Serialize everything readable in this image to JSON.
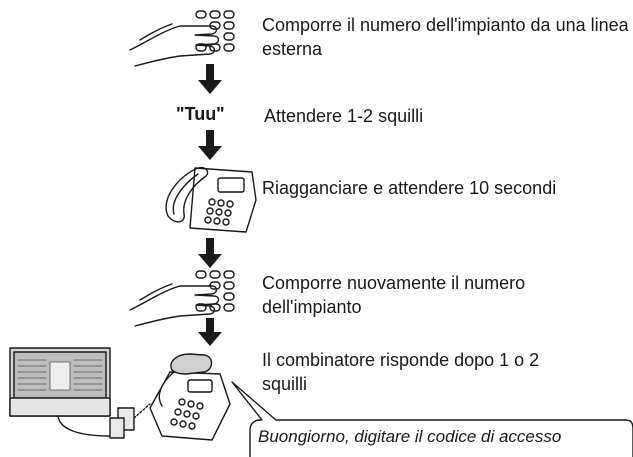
{
  "steps": [
    {
      "text": "Comporre il numero dell'impianto da una linea esterna",
      "icon": "hand-dialing-keypad-icon"
    },
    {
      "text": "Attendere 1-2 squilli",
      "label": "\"Tuu\""
    },
    {
      "text": "Riagganciare e attendere 10 secondi",
      "icon": "telephone-handset-on-hook-icon"
    },
    {
      "text": "Comporre nuovamente il numero dell'impianto",
      "icon": "hand-dialing-keypad-icon"
    },
    {
      "text": "Il combinatore risponde dopo 1 o 2 squilli",
      "icon": "alarm-panel-with-telephone-icon"
    }
  ],
  "speech_bubble": "Buongiorno, digitare il codice di accesso",
  "colors": {
    "ink": "#1a1a1a",
    "panel_gray": "#c8c8c8",
    "bubble_border": "#1a1a1a"
  }
}
